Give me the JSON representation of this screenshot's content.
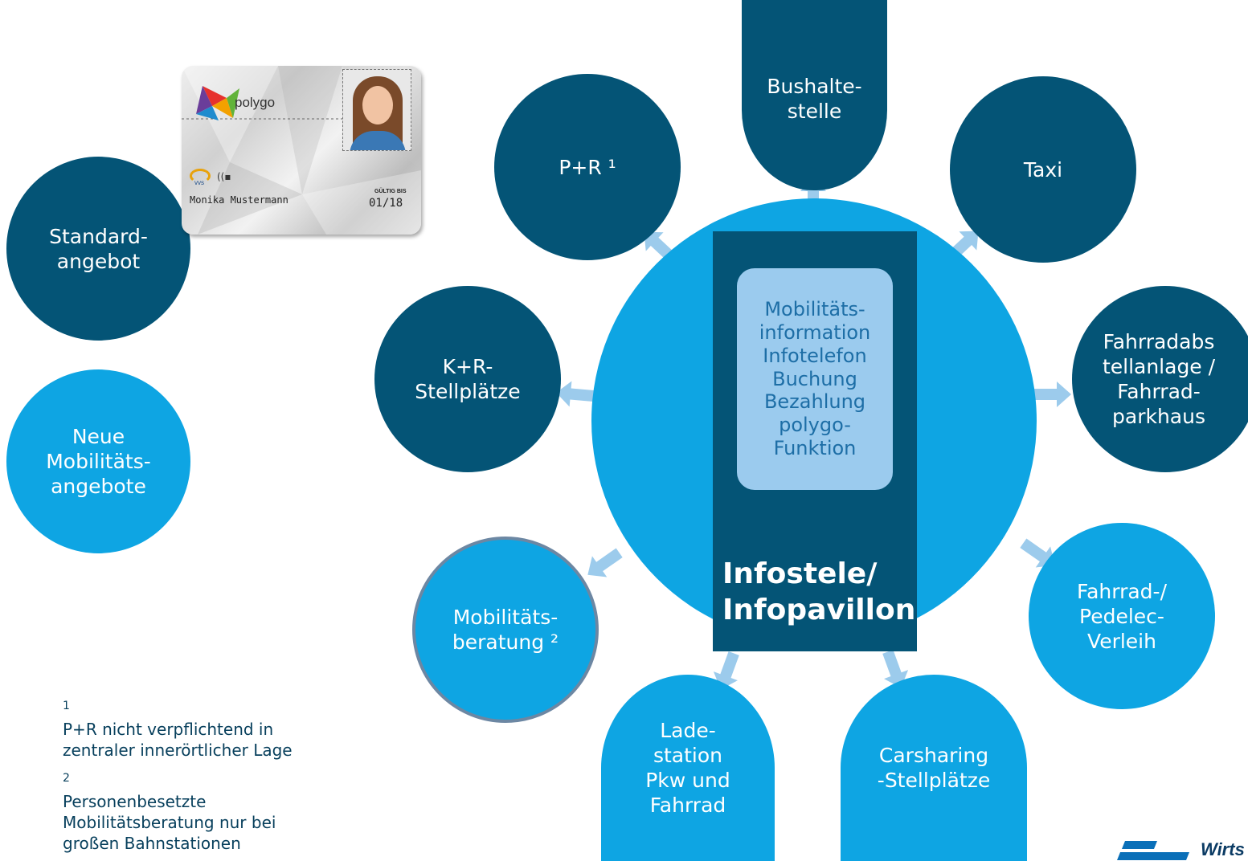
{
  "standard_label": "Standard-\nangebot",
  "new_label": "Neue\nMobilitäts-\nangebote",
  "card": {
    "brand": "polygo",
    "name": "Monika Mustermann",
    "valid_label": "GÜLTIG BIS",
    "valid_date": "01/18",
    "operator": "vvs"
  },
  "center": {
    "title_line1": "Infostele/",
    "title_line2": "Infopavillon",
    "box_text": "Mobilitäts-\ninformation\nInfotelefon\nBuchung\nBezahlung\npolygo-\nFunktion"
  },
  "nodes": {
    "pr": "P+R ¹",
    "bus": "Bushalte-\nstelle",
    "taxi": "Taxi",
    "fahrradabstell": "Fahrradabs\ntellanlage /\nFahrrad-\nparkhaus",
    "verleih": "Fahrrad-/\nPedelec-\nVerleih",
    "carsharing": "Carsharing\n-Stellplätze",
    "lade": "Lade-\nstation\nPkw und\nFahrrad",
    "beratung": "Mobilitäts-\nberatung ²",
    "kr": "K+R-\nStellplätze"
  },
  "footnotes": {
    "f1_mark": "1",
    "f1_text": "P+R nicht verpflichtend in\nzentraler innerörtlicher Lage",
    "f2_mark": "2",
    "f2_text": "Personenbesetzte\nMobilitätsberatung nur bei\ngroßen Bahnstationen"
  },
  "logo_text": "Wirts",
  "colors": {
    "dark_blue": "#045476",
    "light_blue": "#0ea5e3",
    "arrow": "#9ccbec",
    "info_box": "#9bcbee"
  }
}
